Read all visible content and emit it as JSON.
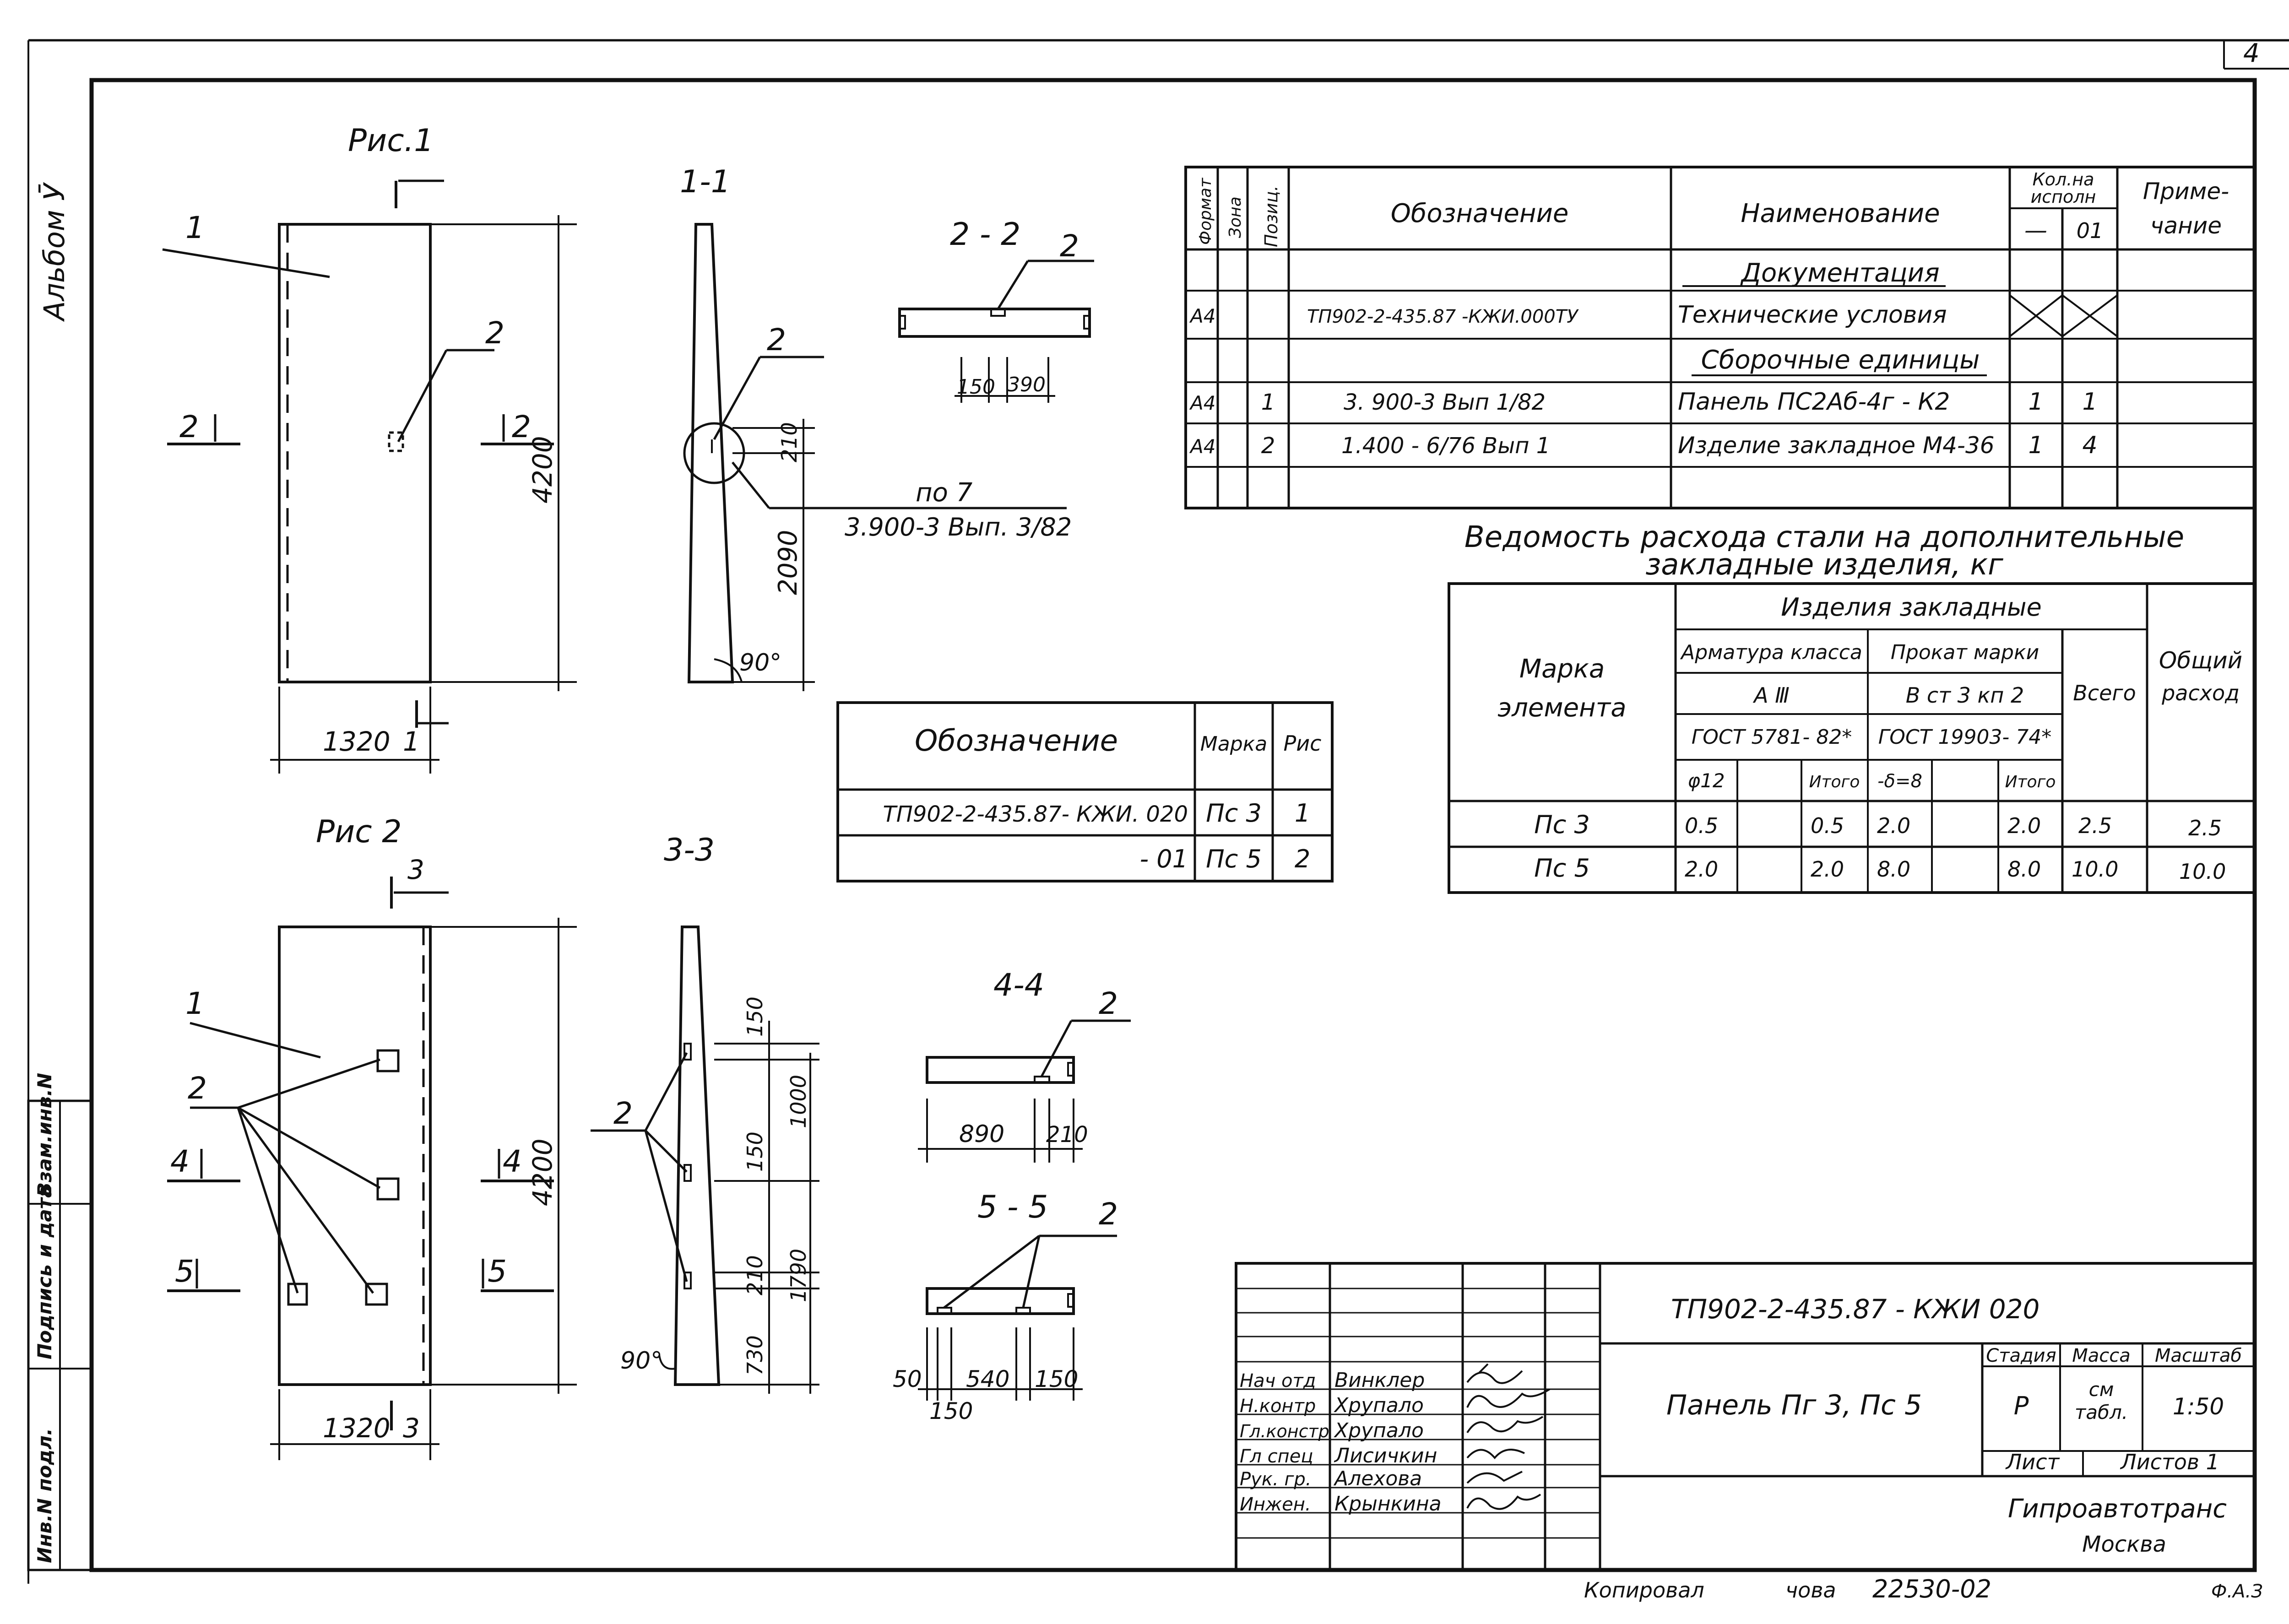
{
  "sheet": {
    "page_number": "4",
    "album_label": "Альбом Ӯ"
  },
  "side": {
    "replace": "Взам.инв.N",
    "sign": "Подпись и дата",
    "inv": "Инв.N подл."
  },
  "figures": [
    {
      "title": "Рис.1"
    },
    {
      "title": "Рис 2"
    }
  ],
  "fig1": {
    "callout_1": "1",
    "callout_2": "2",
    "sec_left": "2",
    "sec_right": "2",
    "height": "4200",
    "width": "1320",
    "sec_bottom": "1"
  },
  "fig2": {
    "callout_1": "1",
    "callout_2": "2",
    "sec4_left": "4",
    "sec4_right": "4",
    "sec5_left": "5",
    "sec5_right": "5",
    "sec_top": "3",
    "height": "4200",
    "width": "1320",
    "sec_bottom": "3"
  },
  "sections": {
    "s11": "1-1",
    "s22": "2 - 2",
    "s33": "3-3",
    "s44": "4-4",
    "s55": "5 - 5"
  },
  "s11": {
    "callout_2": "2",
    "dim_210": "210",
    "dim_2090": "2090",
    "angle": "90°",
    "ref_item": "по 7",
    "ref_doc": "3.900-3 Вып. 3/82"
  },
  "s22": {
    "callout_2": "2",
    "dim_150": "150",
    "dim_390": "390"
  },
  "s33": {
    "callout_2": "2",
    "angle": "90°",
    "dim_150_a": "150",
    "dim_1000": "1000",
    "dim_150_b": "150",
    "dim_210": "210",
    "dim_1790": "1790",
    "dim_730": "730"
  },
  "s44": {
    "callout_2": "2",
    "dim_890": "890",
    "dim_210": "210"
  },
  "s55": {
    "callout_2": "2",
    "dim_50": "50",
    "dim_540": "540",
    "dim_150_r": "150",
    "dim_150_l": "150"
  },
  "mark_table": {
    "headers": [
      "Обозначение",
      "Марка",
      "Рис"
    ],
    "rows": [
      [
        "ТП902-2-435.87- КЖИ. 020",
        "Пс 3",
        "1"
      ],
      [
        "- 01",
        "Пс 5",
        "2"
      ]
    ]
  },
  "spec_table": {
    "headers": {
      "format": "Формат",
      "zone": "Зона",
      "pos": "Позиц.",
      "designation": "Обозначение",
      "name": "Наименование",
      "qty_line1": "Кол.на",
      "qty_line2": "исполн",
      "variant_1": "—",
      "variant_2": "01",
      "note_line1": "Приме-",
      "note_line2": "чание"
    },
    "groups": [
      "Документация",
      "Сборочные единицы"
    ],
    "rows": [
      {
        "format": "А4",
        "designation": "ТП902-2-435.87 -КЖИ.000ТУ",
        "name": "Технические условия"
      },
      {
        "format": "А4",
        "pos": "1",
        "designation": "3. 900-3 Вып 1/82",
        "name": "Панель ПС2Аб-4г - К2",
        "qty_1": "1",
        "qty_2": "1"
      },
      {
        "format": "А4",
        "pos": "2",
        "designation": "1.400 - 6/76 Вып 1",
        "name": "Изделие закладное М4-36",
        "qty_1": "1",
        "qty_2": "4"
      }
    ]
  },
  "steel_table": {
    "title_line1": "Ведомость расхода стали на дополнительные",
    "title_line2": "закладные изделия, кг",
    "headers": {
      "mark_line1": "Марка",
      "mark_line2": "элемента",
      "embedded": "Изделия закладные",
      "rebar": "Арматура класса",
      "rolled": "Прокат марки",
      "rebar_class": "А Ⅲ",
      "rolled_grade": "В ст 3 кп 2",
      "rebar_gost": "ГОСТ 5781- 82*",
      "rolled_gost": "ГОСТ 19903- 74*",
      "phi12": "φ12",
      "total_a": "Итого",
      "delta": "-δ=8",
      "total_b": "Итого",
      "all": "Всего",
      "total_line1": "Общий",
      "total_line2": "расход"
    },
    "rows": [
      {
        "mark": "Пс 3",
        "phi12": "0.5",
        "total_a": "0.5",
        "delta": "2.0",
        "total_b": "2.0",
        "all": "2.5",
        "total": "2.5"
      },
      {
        "mark": "Пс 5",
        "phi12": "2.0",
        "total_a": "2.0",
        "delta": "8.0",
        "total_b": "8.0",
        "all": "10.0",
        "total": "10.0"
      }
    ]
  },
  "title_block": {
    "code": "ТП902-2-435.87 - КЖИ 020",
    "title": "Панель Пг 3, Пс 5",
    "labels": {
      "stage": "Стадия",
      "mass": "Масса",
      "scale": "Масштаб",
      "sheet": "Лист",
      "sheets": "Листов 1"
    },
    "values": {
      "stage": "Р",
      "mass_line1": "см",
      "mass_line2": "табл.",
      "scale": "1:50"
    },
    "staff": [
      {
        "role": "Нач отд",
        "name": "Винклер"
      },
      {
        "role": "Н.контр",
        "name": "Хрупало"
      },
      {
        "role": "Гл.констр",
        "name": "Хрупало"
      },
      {
        "role": "Гл спец",
        "name": "Лисичкин"
      },
      {
        "role": "Рук. гр.",
        "name": "Алехова"
      },
      {
        "role": "Инжен.",
        "name": "Крынкина"
      }
    ],
    "org_line1": "Гипроавтотранс",
    "org_line2": "Москва"
  },
  "footer": {
    "copied": "Копировал",
    "copier": "чова",
    "order": "22530-02",
    "format": "Ф.А.З"
  }
}
